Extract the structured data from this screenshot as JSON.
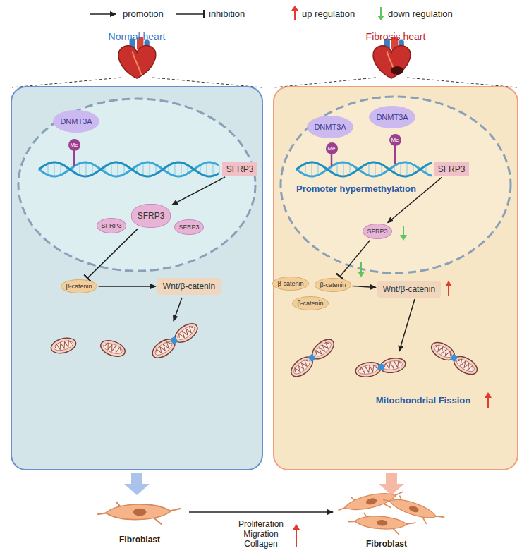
{
  "diagram": {
    "nodes": [
      {
        "text": [
          "Normal heart"
        ]
      },
      {
        "text": [
          "DNMT3A"
        ],
        "in": 0
      },
      {
        "text": [
          "SFRP3"
        ],
        "in": 0
      },
      {
        "text": [
          "SFRP3"
        ],
        "in": 0
      },
      {
        "text": [
          "SFRP3"
        ],
        "in": 0
      },
      {
        "text": [
          "SFRP3"
        ],
        "in": 0
      },
      {
        "text": [
          "β-catenin"
        ],
        "in": 0
      },
      {
        "text": [
          "Wnt/β-catenin"
        ],
        "in": 0
      },
      {
        "text": [
          "Fibrosis heart"
        ]
      },
      {
        "text": [
          "DNMT3A"
        ],
        "in": 8
      },
      {
        "text": [
          "DNMT3A"
        ],
        "in": 8
      },
      {
        "text": [
          "SFRP3"
        ],
        "in": 8
      },
      {
        "text": [
          "SFRP3"
        ],
        "in": 8
      },
      {
        "text": [
          "β-catenin"
        ],
        "in": 8
      },
      {
        "text": [
          "β-catenin"
        ],
        "in": 8
      },
      {
        "text": [
          "β-catenin"
        ],
        "in": 8
      },
      {
        "text": [
          "Wnt/β-catenin"
        ],
        "in": 8
      }
    ],
    "edges": [
      {
        "from": 2,
        "to": 4,
        "arrow": "to"
      },
      {
        "from": 4,
        "to": 6,
        "arrow": "to"
      },
      {
        "from": 6,
        "to": 7,
        "arrow": "to"
      },
      {
        "from": 11,
        "to": 12,
        "arrow": "to"
      },
      {
        "from": 12,
        "to": 14,
        "arrow": "to"
      },
      {
        "from": 14,
        "to": 16,
        "arrow": "to"
      }
    ],
    "labels": [
      "Me",
      "Me",
      "Me",
      "Promoter hypermethylation",
      "Mitochondrial Fission",
      "Fibroblast",
      "Fibroblast",
      "Proliferation",
      "Migration",
      "Collagen"
    ],
    "legend": [
      {
        "text": "promotion"
      },
      {
        "text": "inhibition"
      },
      {
        "text": "up regulation"
      },
      {
        "text": "down regulation"
      }
    ]
  }
}
